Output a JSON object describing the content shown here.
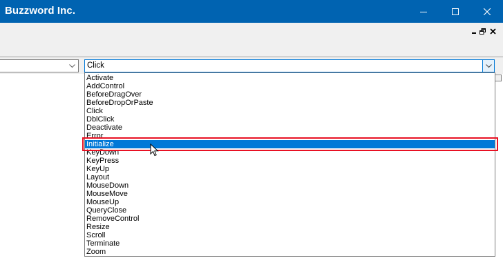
{
  "window": {
    "title": "Buzzword Inc.",
    "controls": {
      "minimize": "minimize-icon",
      "maximize": "maximize-icon",
      "close": "close-icon"
    },
    "accent_color": "#0063b1"
  },
  "mdi_controls": {
    "minimize": "mdi-minimize-icon",
    "restore": "mdi-restore-icon",
    "close": "mdi-close-icon"
  },
  "object_combo": {
    "value": ""
  },
  "procedure_combo": {
    "value": "Click",
    "options": [
      "Activate",
      "AddControl",
      "BeforeDragOver",
      "BeforeDropOrPaste",
      "Click",
      "DblClick",
      "Deactivate",
      "Error",
      "Initialize",
      "KeyDown",
      "KeyPress",
      "KeyUp",
      "Layout",
      "MouseDown",
      "MouseMove",
      "MouseUp",
      "QueryClose",
      "RemoveControl",
      "Resize",
      "Scroll",
      "Terminate",
      "Zoom"
    ],
    "highlighted": "Initialize",
    "highlight_color": "#0078d7",
    "annotation_color": "#e81123"
  }
}
